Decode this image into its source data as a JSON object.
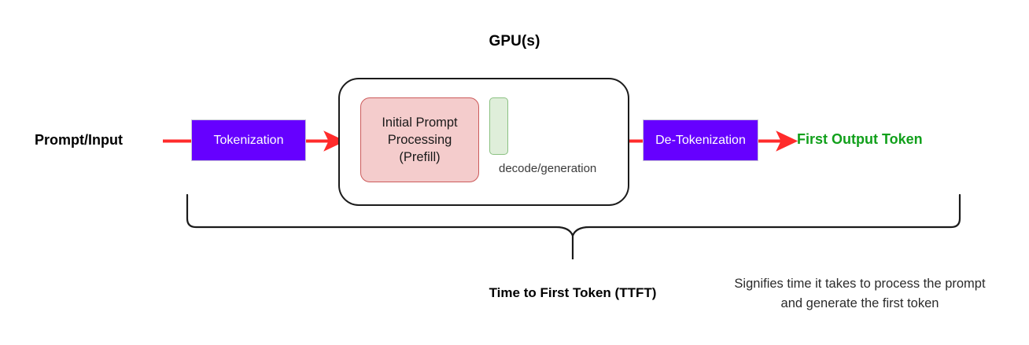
{
  "diagram": {
    "title": "GPU(s)",
    "input_label": "Prompt/Input",
    "output_label": "First Output Token",
    "tokenization_label": "Tokenization",
    "detokenization_label": "De-Tokenization",
    "prefill": {
      "line1": "Initial Prompt",
      "line2": "Processing",
      "line3": "(Prefill)"
    },
    "decode_label": "decode/generation",
    "bracket": {
      "label": "Time to First Token (TTFT)",
      "description": "Signifies time it takes to process the prompt and generate the first token"
    },
    "colors": {
      "token_box_fill": "#6600ff",
      "token_box_text": "#ffffff",
      "prefill_fill": "#f4cccc",
      "prefill_border": "#cc5b5b",
      "decode_fill": "#dfeeda",
      "decode_border": "#8bc182",
      "arrow": "#ff2b2b",
      "output_text": "#11a01b",
      "outline": "#1b1b1b",
      "background": "#ffffff"
    }
  }
}
